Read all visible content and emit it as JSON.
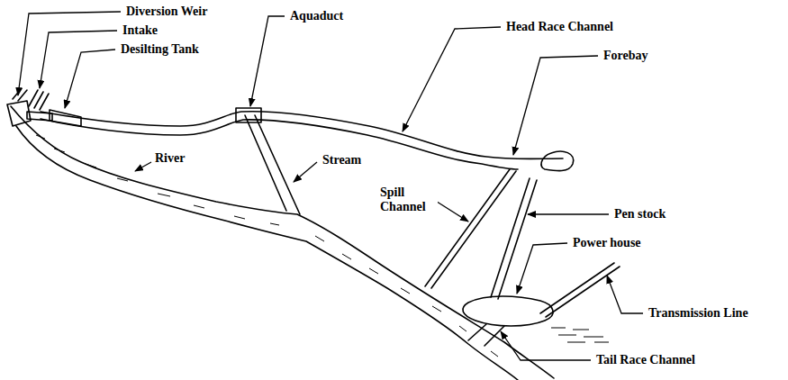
{
  "diagram": {
    "labels": [
      "Diversion Weir",
      "Intake",
      "Desilting Tank",
      "Aquaduct",
      "Head Race Channel",
      "Forebay",
      "River",
      "Stream",
      "Spill Channel",
      "Pen stock",
      "Power house",
      "Transmission Line",
      "Tail Race Channel"
    ]
  }
}
